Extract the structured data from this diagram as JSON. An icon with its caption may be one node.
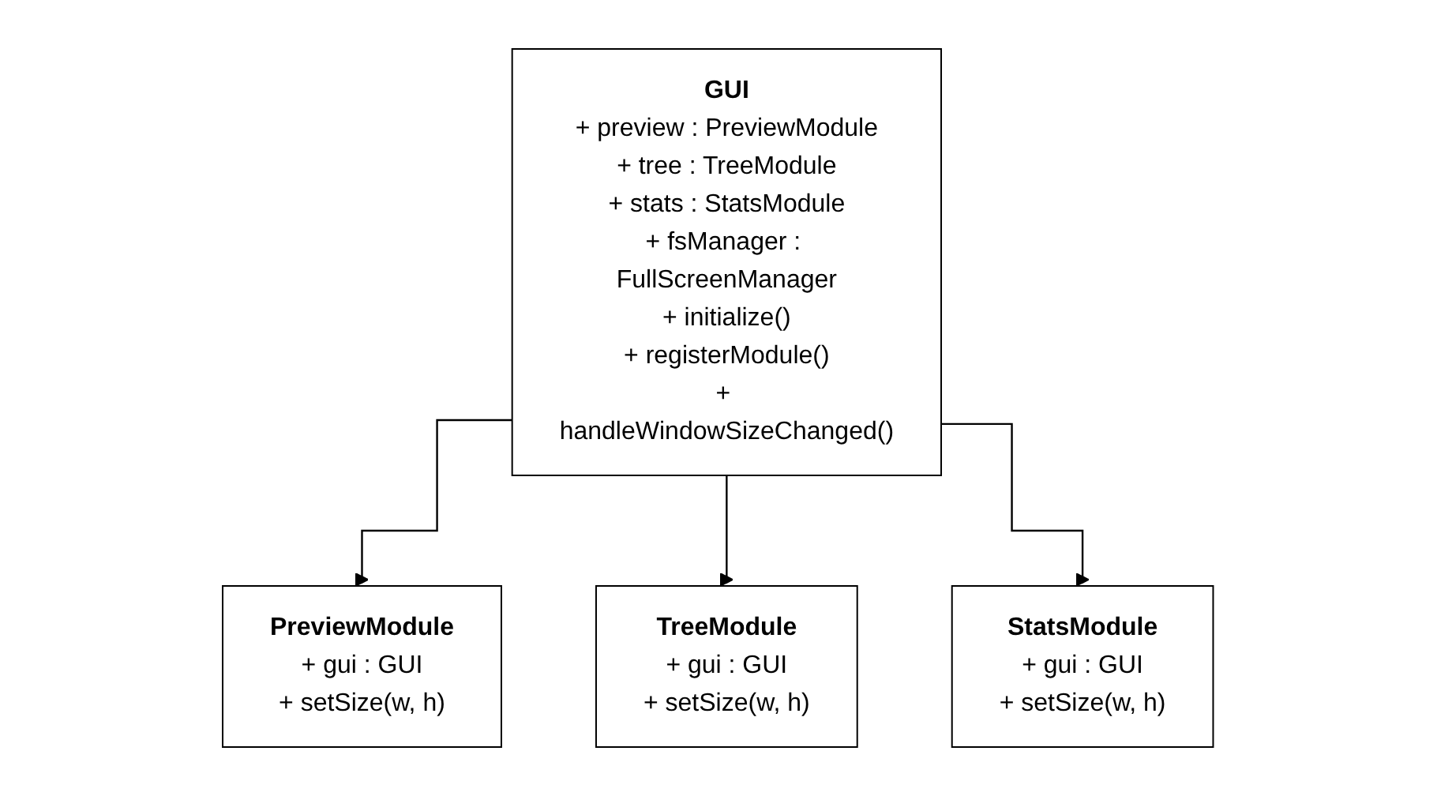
{
  "diagram": {
    "nodes": [
      {
        "text": [
          "GUI",
          "+ preview : PreviewModule",
          "+ tree : TreeModule",
          "+ stats : StatsModule",
          "+ fsManager : FullScreenManager",
          "+ initialize()",
          "+ registerModule()",
          "+ handleWindowSizeChanged()"
        ]
      },
      {
        "text": [
          "PreviewModule",
          "+ gui : GUI",
          "+ setSize(w, h)"
        ]
      },
      {
        "text": [
          "TreeModule",
          "+ gui : GUI",
          "+ setSize(w, h)"
        ]
      },
      {
        "text": [
          "StatsModule",
          "+ gui : GUI",
          "+ setSize(w, h)"
        ]
      }
    ],
    "edges": [
      {
        "from": 0,
        "to": 1,
        "arrow": "to"
      },
      {
        "from": 0,
        "to": 2,
        "arrow": "to"
      },
      {
        "from": 0,
        "to": 3,
        "arrow": "to"
      }
    ]
  }
}
